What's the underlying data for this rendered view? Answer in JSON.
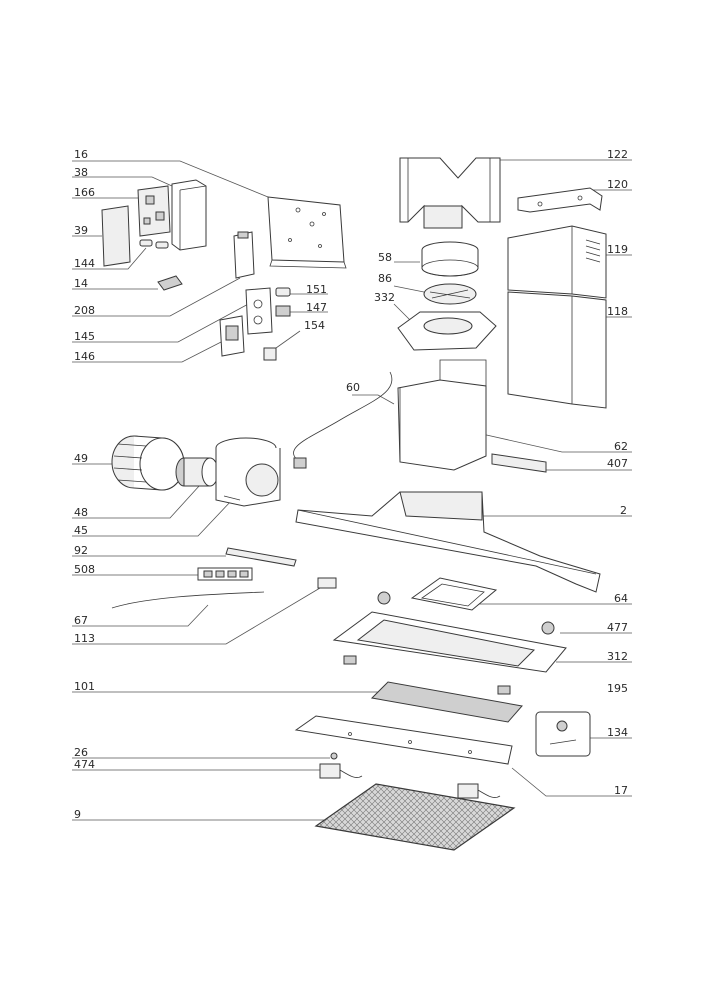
{
  "labels": [
    {
      "id": "l16",
      "text": "16"
    },
    {
      "id": "l38",
      "text": "38"
    },
    {
      "id": "l166",
      "text": "166"
    },
    {
      "id": "l39",
      "text": "39"
    },
    {
      "id": "l144",
      "text": "144"
    },
    {
      "id": "l14",
      "text": "14"
    },
    {
      "id": "l208",
      "text": "208"
    },
    {
      "id": "l145",
      "text": "145"
    },
    {
      "id": "l146",
      "text": "146"
    },
    {
      "id": "l151",
      "text": "151"
    },
    {
      "id": "l147",
      "text": "147"
    },
    {
      "id": "l154",
      "text": "154"
    },
    {
      "id": "l122",
      "text": "122"
    },
    {
      "id": "l120",
      "text": "120"
    },
    {
      "id": "l119",
      "text": "119"
    },
    {
      "id": "l118",
      "text": "118"
    },
    {
      "id": "l58",
      "text": "58"
    },
    {
      "id": "l86",
      "text": "86"
    },
    {
      "id": "l332",
      "text": "332"
    },
    {
      "id": "l60",
      "text": "60"
    },
    {
      "id": "l62",
      "text": "62"
    },
    {
      "id": "l407",
      "text": "407"
    },
    {
      "id": "l49",
      "text": "49"
    },
    {
      "id": "l48",
      "text": "48"
    },
    {
      "id": "l45",
      "text": "45"
    },
    {
      "id": "l2",
      "text": "2"
    },
    {
      "id": "l92",
      "text": "92"
    },
    {
      "id": "l508",
      "text": "508"
    },
    {
      "id": "l64",
      "text": "64"
    },
    {
      "id": "l67",
      "text": "67"
    },
    {
      "id": "l477",
      "text": "477"
    },
    {
      "id": "l113",
      "text": "113"
    },
    {
      "id": "l312",
      "text": "312"
    },
    {
      "id": "l101",
      "text": "101"
    },
    {
      "id": "l195",
      "text": "195"
    },
    {
      "id": "l134",
      "text": "134"
    },
    {
      "id": "l26",
      "text": "26"
    },
    {
      "id": "l474",
      "text": "474"
    },
    {
      "id": "l17",
      "text": "17"
    },
    {
      "id": "l9",
      "text": "9"
    }
  ]
}
